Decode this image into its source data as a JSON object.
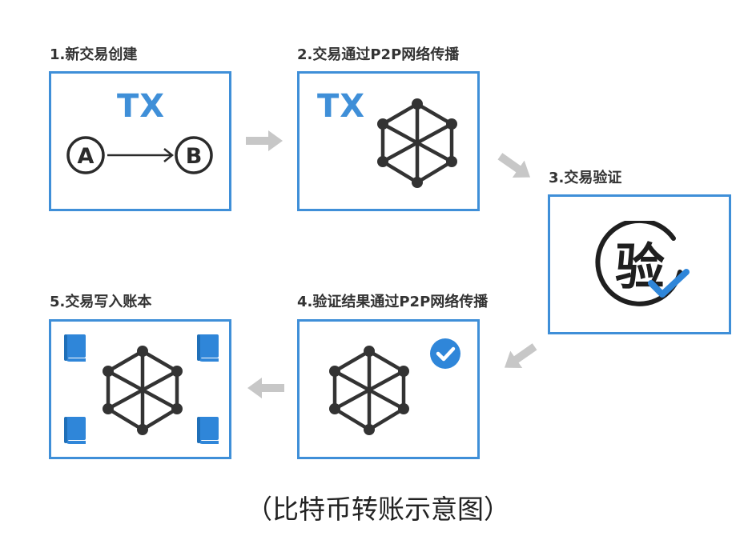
{
  "steps": [
    {
      "label": "1.新交易创建",
      "tx": "TX",
      "node_a": "A",
      "node_b": "B"
    },
    {
      "label": "2.交易通过P2P网络传播",
      "tx": "TX"
    },
    {
      "label": "3.交易验证",
      "seal_char": "验"
    },
    {
      "label": "4.验证结果通过P2P网络传播"
    },
    {
      "label": "5.交易写入账本"
    }
  ],
  "caption": "（比特币转账示意图）",
  "colors": {
    "accent": "#3f8fd8",
    "arrow": "#c7c7c7",
    "ink": "#2b2b2b",
    "check": "#2f86d9"
  }
}
